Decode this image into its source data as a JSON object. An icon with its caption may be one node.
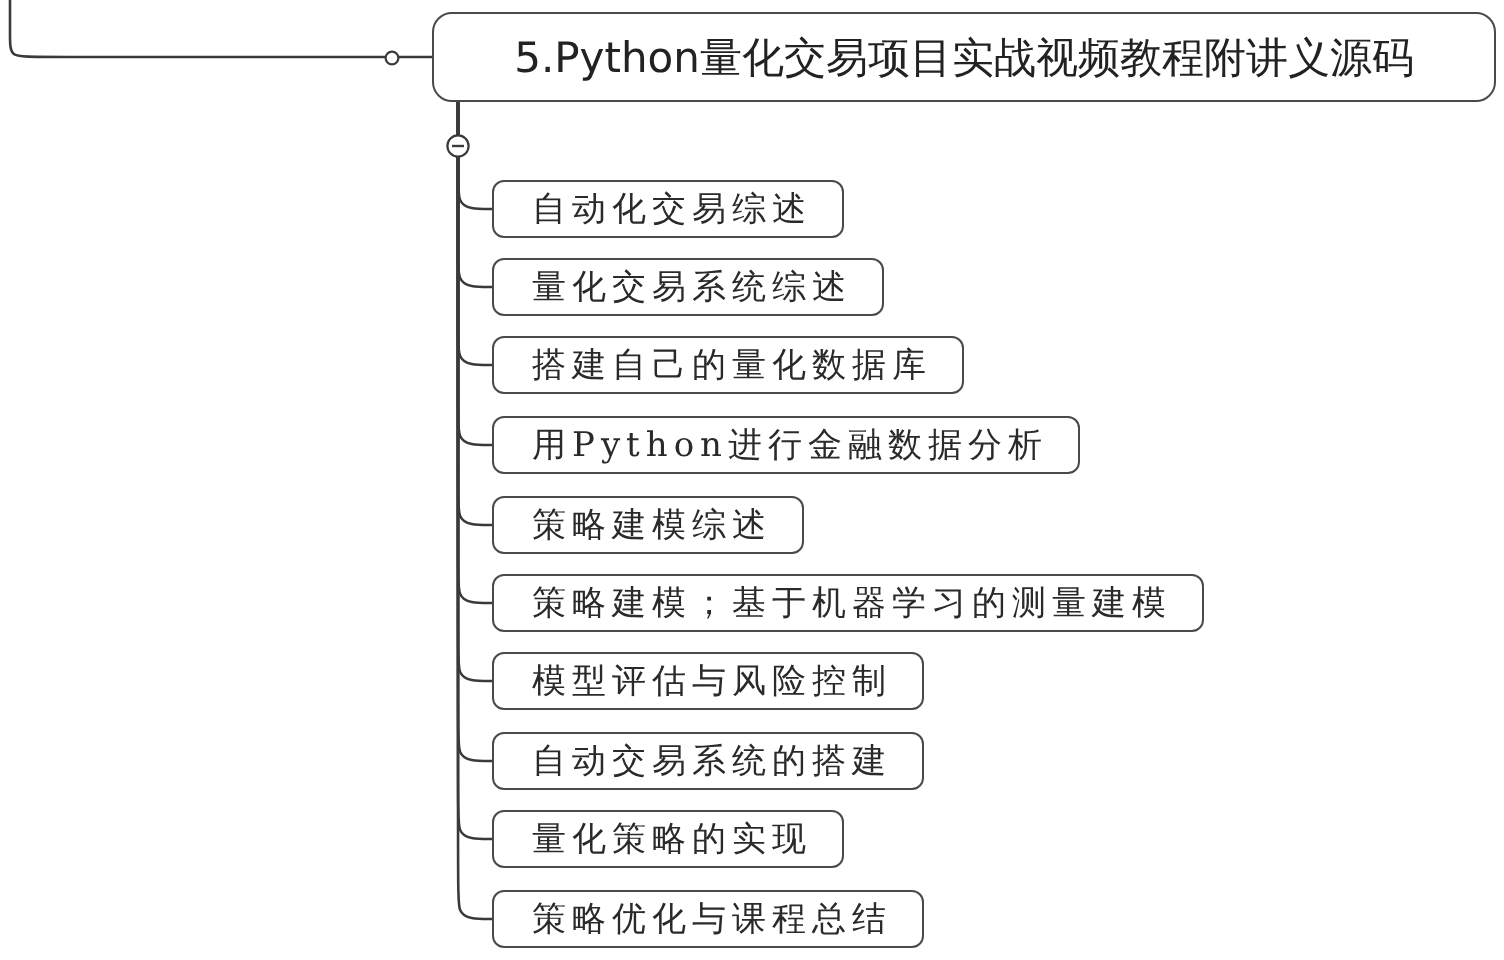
{
  "diagram": {
    "nodes": [
      {
        "text": [
          "5.Python量化交易项目实战视频教程附讲义源码"
        ]
      },
      {
        "text": [
          "自动化交易综述"
        ]
      },
      {
        "text": [
          "量化交易系统综述"
        ]
      },
      {
        "text": [
          "搭建自己的量化数据库"
        ]
      },
      {
        "text": [
          "用Python进行金融数据分析"
        ]
      },
      {
        "text": [
          "策略建模综述"
        ]
      },
      {
        "text": [
          "策略建模；基于机器学习的测量建模"
        ]
      },
      {
        "text": [
          "模型评估与风险控制"
        ]
      },
      {
        "text": [
          "自动交易系统的搭建"
        ]
      },
      {
        "text": [
          "量化策略的实现"
        ]
      },
      {
        "text": [
          "策略优化与课程总结"
        ]
      }
    ],
    "edges": [
      {
        "from": null,
        "to": 0,
        "arrow": "none"
      },
      {
        "from": 0,
        "to": 1,
        "arrow": "none"
      },
      {
        "from": 0,
        "to": 2,
        "arrow": "none"
      },
      {
        "from": 0,
        "to": 3,
        "arrow": "none"
      },
      {
        "from": 0,
        "to": 4,
        "arrow": "none"
      },
      {
        "from": 0,
        "to": 5,
        "arrow": "none"
      },
      {
        "from": 0,
        "to": 6,
        "arrow": "none"
      },
      {
        "from": 0,
        "to": 7,
        "arrow": "none"
      },
      {
        "from": 0,
        "to": 8,
        "arrow": "none"
      },
      {
        "from": 0,
        "to": 9,
        "arrow": "none"
      },
      {
        "from": 0,
        "to": 10,
        "arrow": "none"
      }
    ]
  }
}
